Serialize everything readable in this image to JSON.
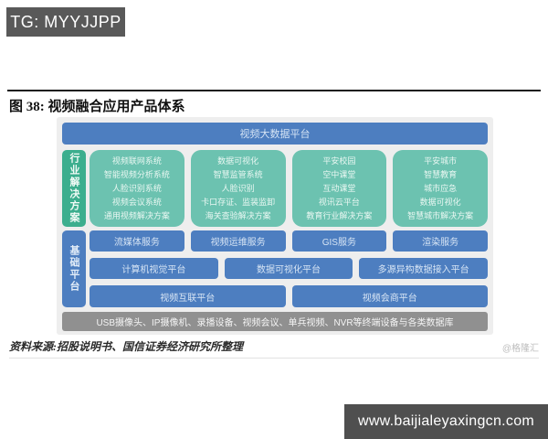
{
  "watermark": {
    "label": "TG: MYYJJPP"
  },
  "figure": {
    "title": "图 38: 视频融合应用产品体系",
    "source": "资料来源:招股说明书、国信证券经济研究所整理",
    "credit": "@格隆汇"
  },
  "diagram": {
    "top_platform": "视频大数据平台",
    "industry": {
      "label": "行业解决方案",
      "columns": [
        [
          "视频联网系统",
          "智能视频分析系统",
          "人脸识别系统",
          "视频会议系统",
          "通用视频解决方案"
        ],
        [
          "数据可视化",
          "智慧监管系统",
          "人脸识别",
          "卡口存证、监装监卸",
          "海关查验解决方案"
        ],
        [
          "平安校园",
          "空中课堂",
          "互动课堂",
          "视讯云平台",
          "教育行业解决方案"
        ],
        [
          "平安城市",
          "智慧教育",
          "城市应急",
          "数据可视化",
          "智慧城市解决方案"
        ]
      ]
    },
    "base": {
      "label": "基础平台",
      "services": [
        "流媒体服务",
        "视频运维服务",
        "GIS服务",
        "渲染服务"
      ],
      "platforms": [
        "计算机视觉平台",
        "数据可视化平台",
        "多源异构数据接入平台"
      ],
      "video_platforms": [
        "视频互联平台",
        "视频会商平台"
      ]
    },
    "devices": "USB摄像头、IP摄像机、录播设备、视频会议、单兵视频、NVR等终端设备与各类数据库",
    "colors": {
      "platform_blue": "#4d7ec0",
      "solution_teal": "#6cc2b0",
      "label_green": "#3cae8e",
      "devices_gray": "#909090",
      "watermark_gray": "#595959",
      "footer_gray": "#4f4f4f"
    }
  },
  "footer": {
    "url": "www.baijialeyaxingcn.com"
  }
}
